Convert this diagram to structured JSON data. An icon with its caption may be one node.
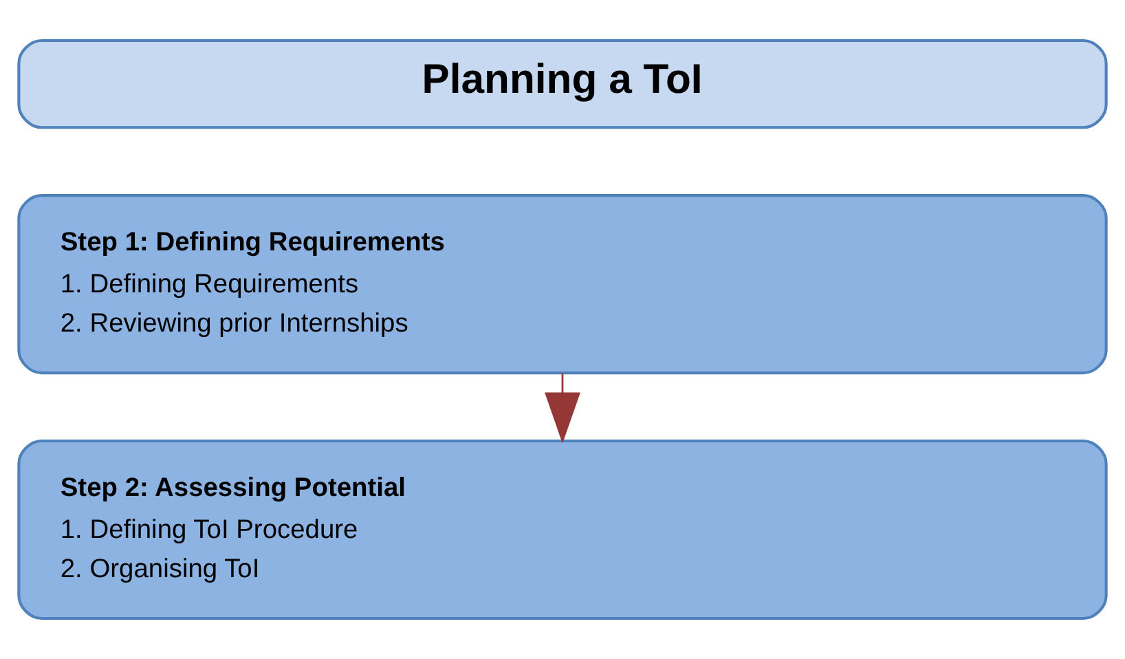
{
  "diagram": {
    "nodes": [
      {
        "text": [
          "Planning a ToI"
        ]
      },
      {
        "text": [
          "Step 1: Defining Requirements",
          "1. Defining Requirements",
          "2. Reviewing prior Internships"
        ]
      },
      {
        "text": [
          "Step 2: Assessing Potential",
          "1. Defining ToI Procedure",
          "2. Organising ToI"
        ]
      }
    ],
    "edges": [
      {
        "from": 1,
        "to": 2,
        "arrow": "to",
        "color": "#953735"
      }
    ]
  }
}
